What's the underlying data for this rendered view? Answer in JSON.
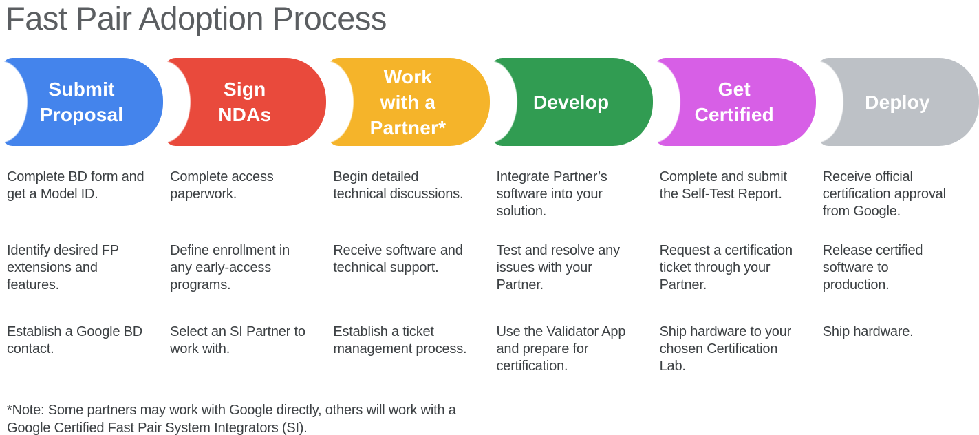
{
  "title": "Fast Pair Adoption Process",
  "stages": [
    {
      "label": "Submit\nProposal",
      "color": "#4484EC",
      "items": [
        "Complete BD form and\nget a Model ID.",
        "Identify desired FP\nextensions and\nfeatures.",
        "Establish a Google BD\ncontact."
      ]
    },
    {
      "label": "Sign\nNDAs",
      "color": "#E94A3C",
      "items": [
        "Complete access\npaperwork.",
        "Define enrollment in\nany early-access\nprograms.",
        "Select an SI Partner to\nwork with."
      ]
    },
    {
      "label": "Work\nwith a\nPartner*",
      "color": "#F5B42A",
      "items": [
        "Begin detailed\ntechnical discussions.",
        "Receive software and\ntechnical support.",
        "Establish a ticket\nmanagement process."
      ]
    },
    {
      "label": "Develop",
      "color": "#319C52",
      "items": [
        "Integrate Partner’s\nsoftware into your\nsolution.",
        "Test and resolve any\nissues with your\nPartner.",
        "Use the Validator App\nand prepare for\ncertification."
      ]
    },
    {
      "label": "Get\nCertified",
      "color": "#D75FE6",
      "items": [
        "Complete and submit\nthe Self-Test Report.",
        "Request a certification\nticket through your\nPartner.",
        "Ship hardware to your\nchosen Certification\nLab."
      ]
    },
    {
      "label": "Deploy",
      "color": "#BDC1C6",
      "items": [
        "Receive official\ncertification approval\nfrom Google.",
        "Release certified\nsoftware to\nproduction.",
        "Ship hardware."
      ]
    }
  ],
  "footnote": "*Note: Some partners may work with Google directly, others will work with a\nGoogle Certified Fast Pair System Integrators (SI)."
}
